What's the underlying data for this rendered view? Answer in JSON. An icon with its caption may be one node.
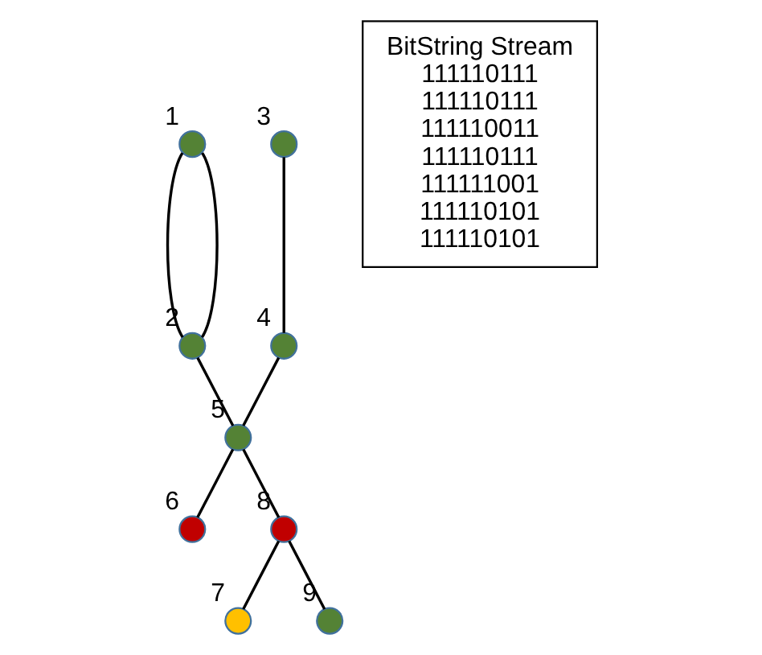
{
  "diagram": {
    "nodes": [
      {
        "text": [],
        "shape": "circle",
        "beside": [
          "1"
        ]
      },
      {
        "text": [],
        "shape": "circle",
        "beside": [
          "2"
        ]
      },
      {
        "text": [],
        "shape": "circle",
        "beside": [
          "3"
        ]
      },
      {
        "text": [],
        "shape": "circle",
        "beside": [
          "4"
        ]
      },
      {
        "text": [],
        "shape": "circle",
        "beside": [
          "5"
        ]
      },
      {
        "text": [],
        "shape": "circle",
        "beside": [
          "6"
        ]
      },
      {
        "text": [],
        "shape": "circle",
        "beside": [
          "7"
        ]
      },
      {
        "text": [],
        "shape": "circle",
        "beside": [
          "8"
        ]
      },
      {
        "text": [],
        "shape": "circle",
        "beside": [
          "9"
        ]
      },
      {
        "text": [
          "BitString Stream",
          "111110111",
          "111110111",
          "111110011",
          "111110111",
          "111111001",
          "111110101",
          "111110101"
        ]
      }
    ],
    "edges": [
      {
        "from": 0,
        "to": 1,
        "arrow": "none"
      },
      {
        "from": 0,
        "to": 1,
        "arrow": "none"
      },
      {
        "from": 1,
        "to": 4,
        "arrow": "none"
      },
      {
        "from": 2,
        "to": 3,
        "arrow": "none"
      },
      {
        "from": 3,
        "to": 4,
        "arrow": "none"
      },
      {
        "from": 4,
        "to": 5,
        "arrow": "none"
      },
      {
        "from": 4,
        "to": 7,
        "arrow": "none"
      },
      {
        "from": 7,
        "to": 6,
        "arrow": "none"
      },
      {
        "from": 7,
        "to": 8,
        "arrow": "none"
      }
    ]
  }
}
